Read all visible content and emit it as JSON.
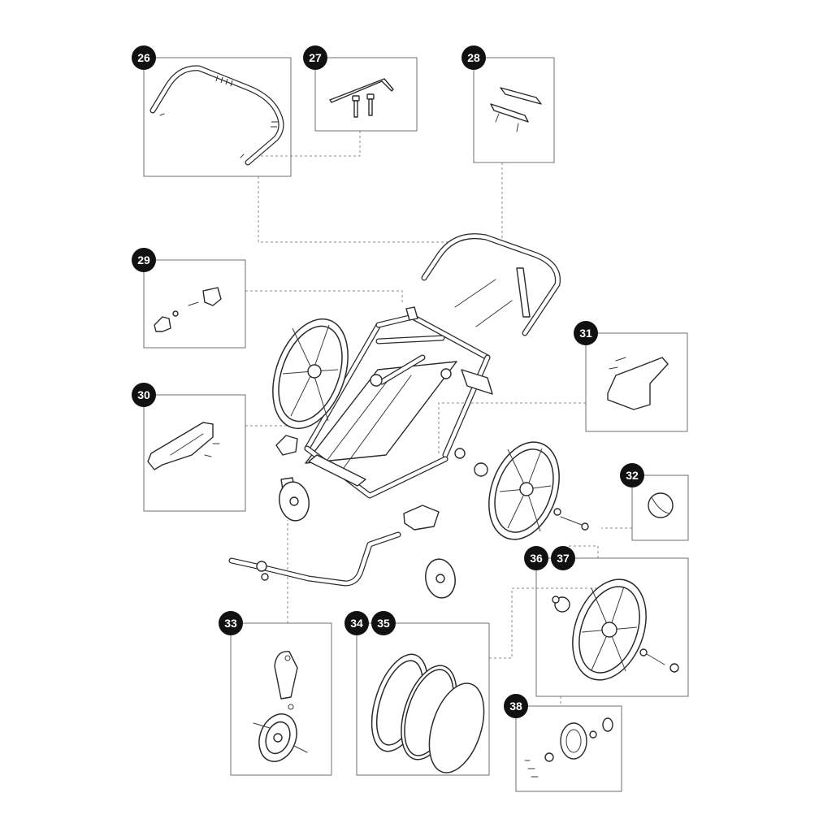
{
  "diagram": {
    "type": "exploded parts diagram",
    "part_labels": [
      "26",
      "27",
      "28",
      "29",
      "30",
      "31",
      "32",
      "33",
      "34",
      "35",
      "36",
      "37",
      "38"
    ]
  },
  "colors": {
    "background": "#ffffff",
    "line_art": "#2a2a2a",
    "badge_fill": "#111111",
    "badge_text": "#ffffff",
    "box_border": "#6f6f6f",
    "leader_line": "#8a8a8a"
  }
}
